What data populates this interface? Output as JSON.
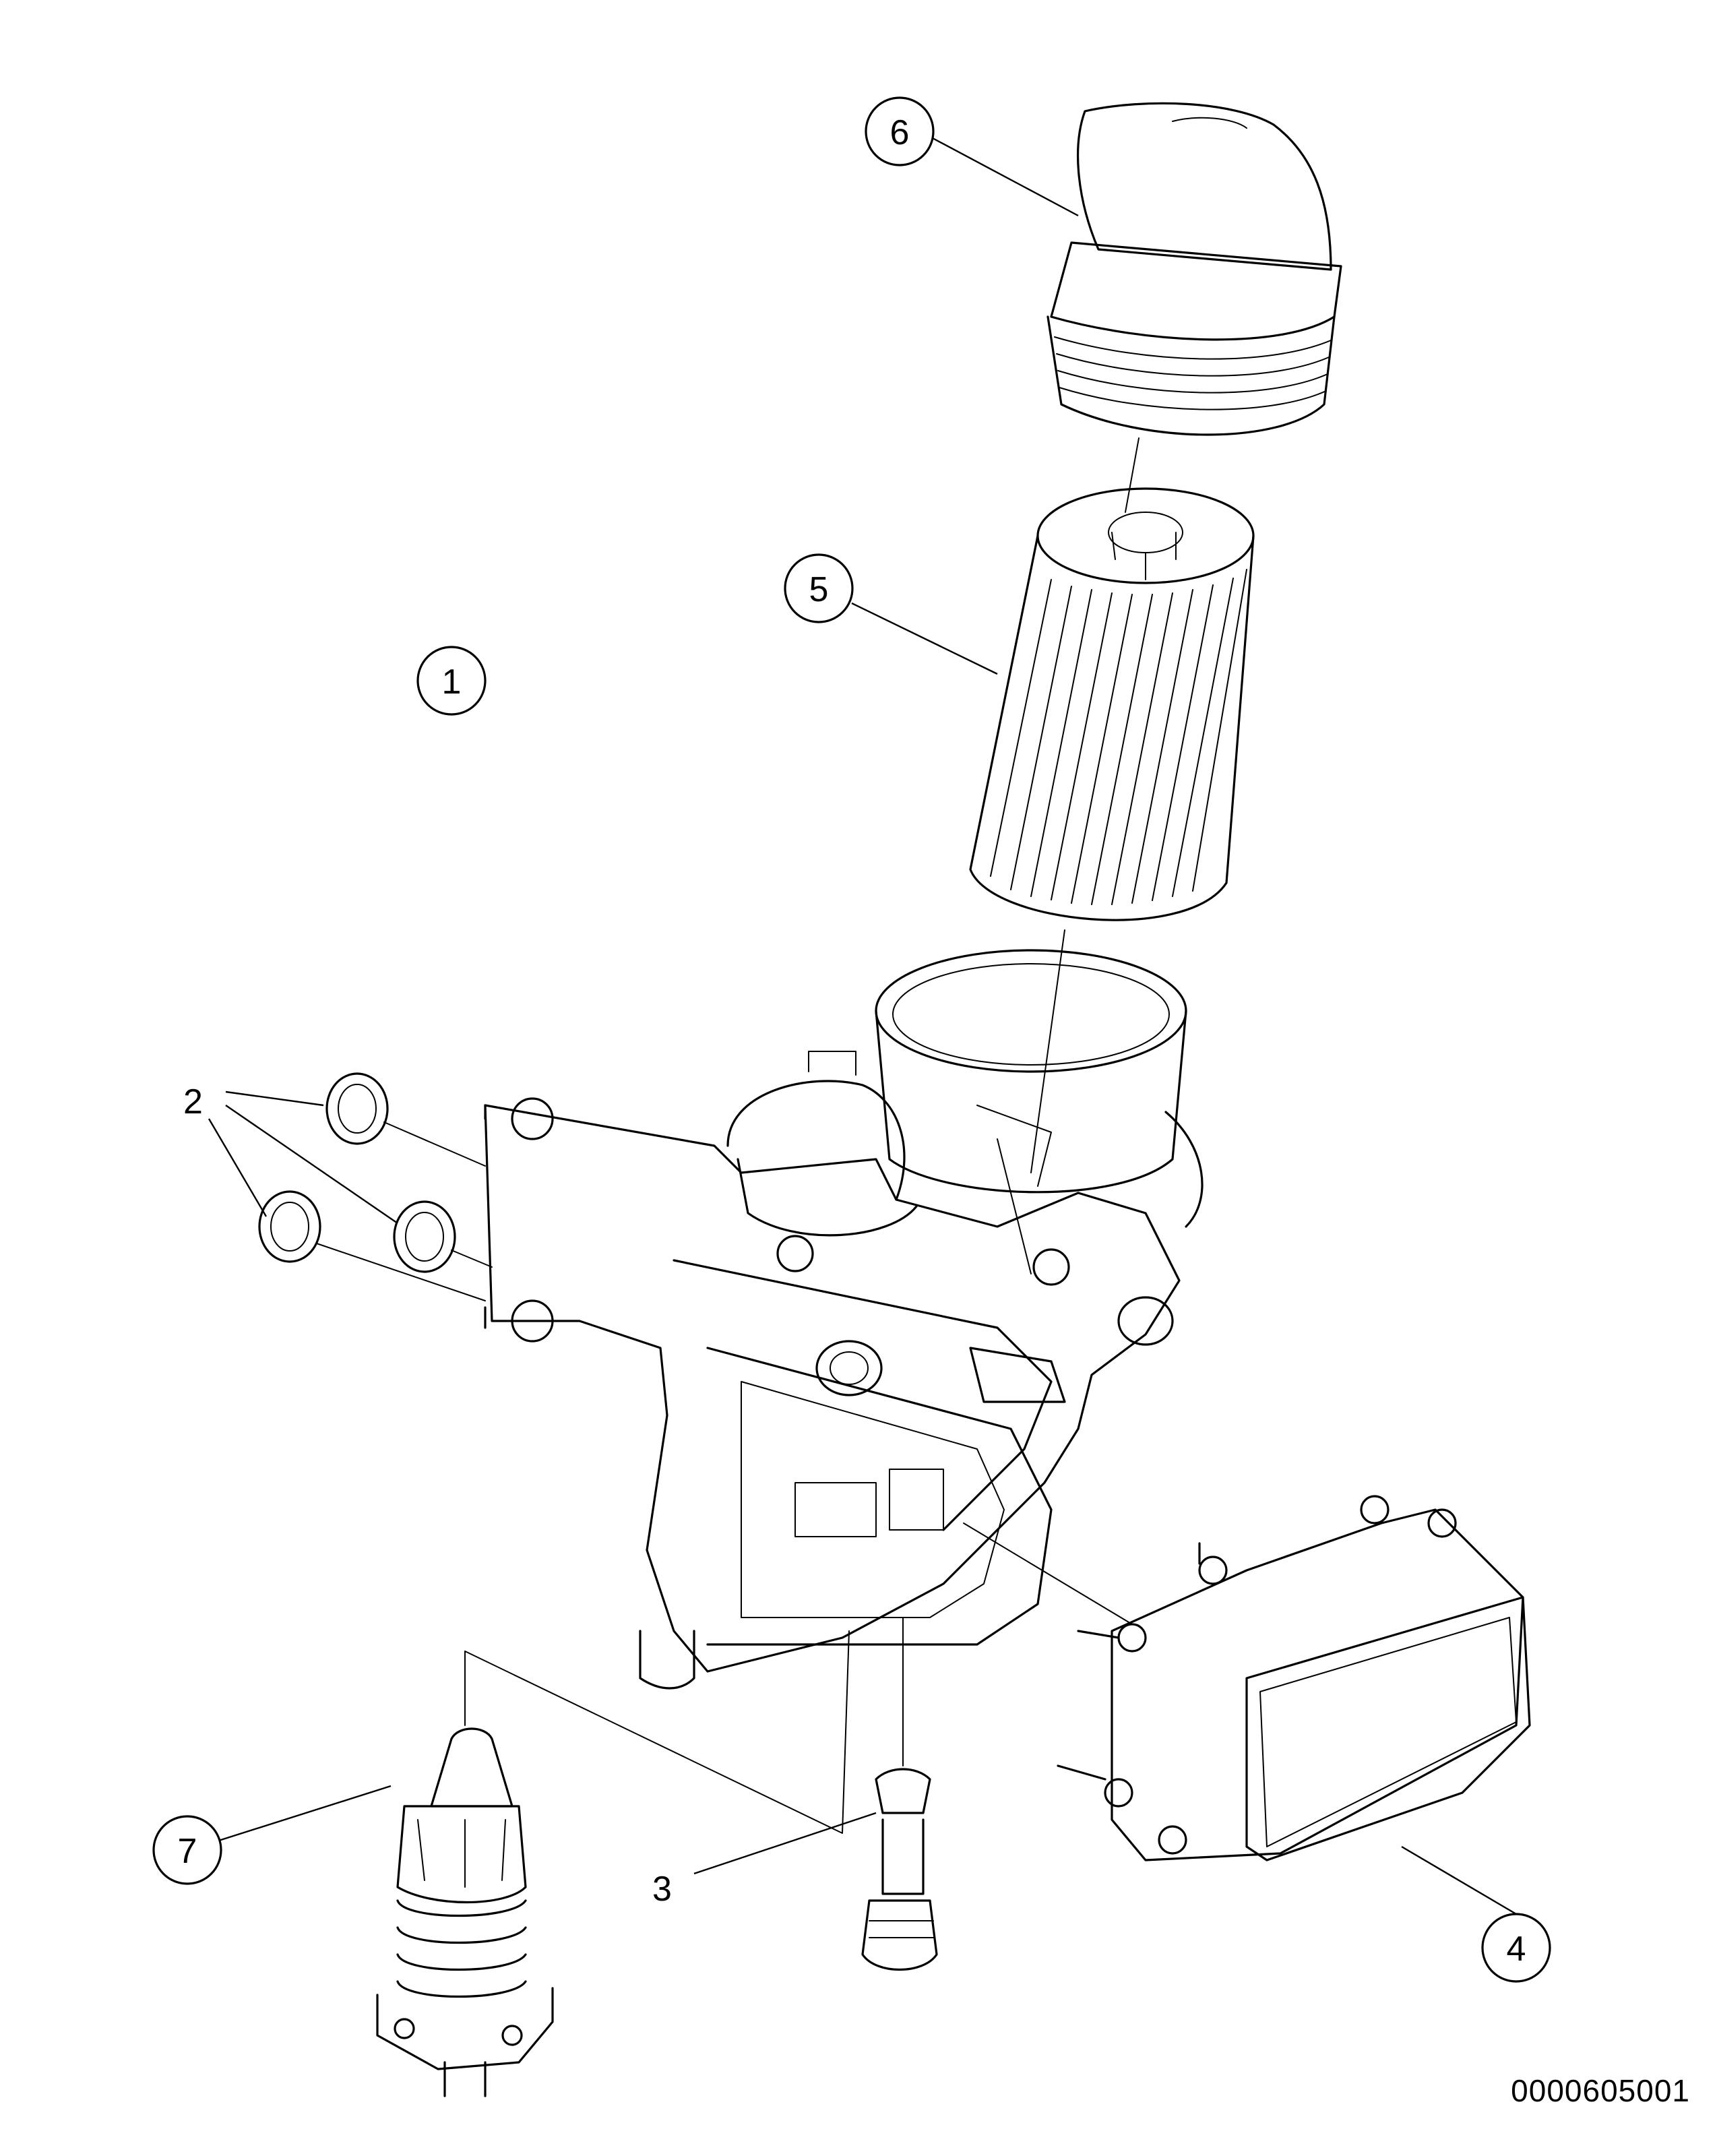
{
  "callouts": [
    {
      "id": "1",
      "label": "1"
    },
    {
      "id": "2",
      "label": "2"
    },
    {
      "id": "3",
      "label": "3"
    },
    {
      "id": "4",
      "label": "4"
    },
    {
      "id": "5",
      "label": "5"
    },
    {
      "id": "6",
      "label": "6"
    },
    {
      "id": "7",
      "label": "7"
    }
  ],
  "drawing_number": "0000605001",
  "colors": {
    "line": "#000000",
    "background": "#ffffff"
  }
}
